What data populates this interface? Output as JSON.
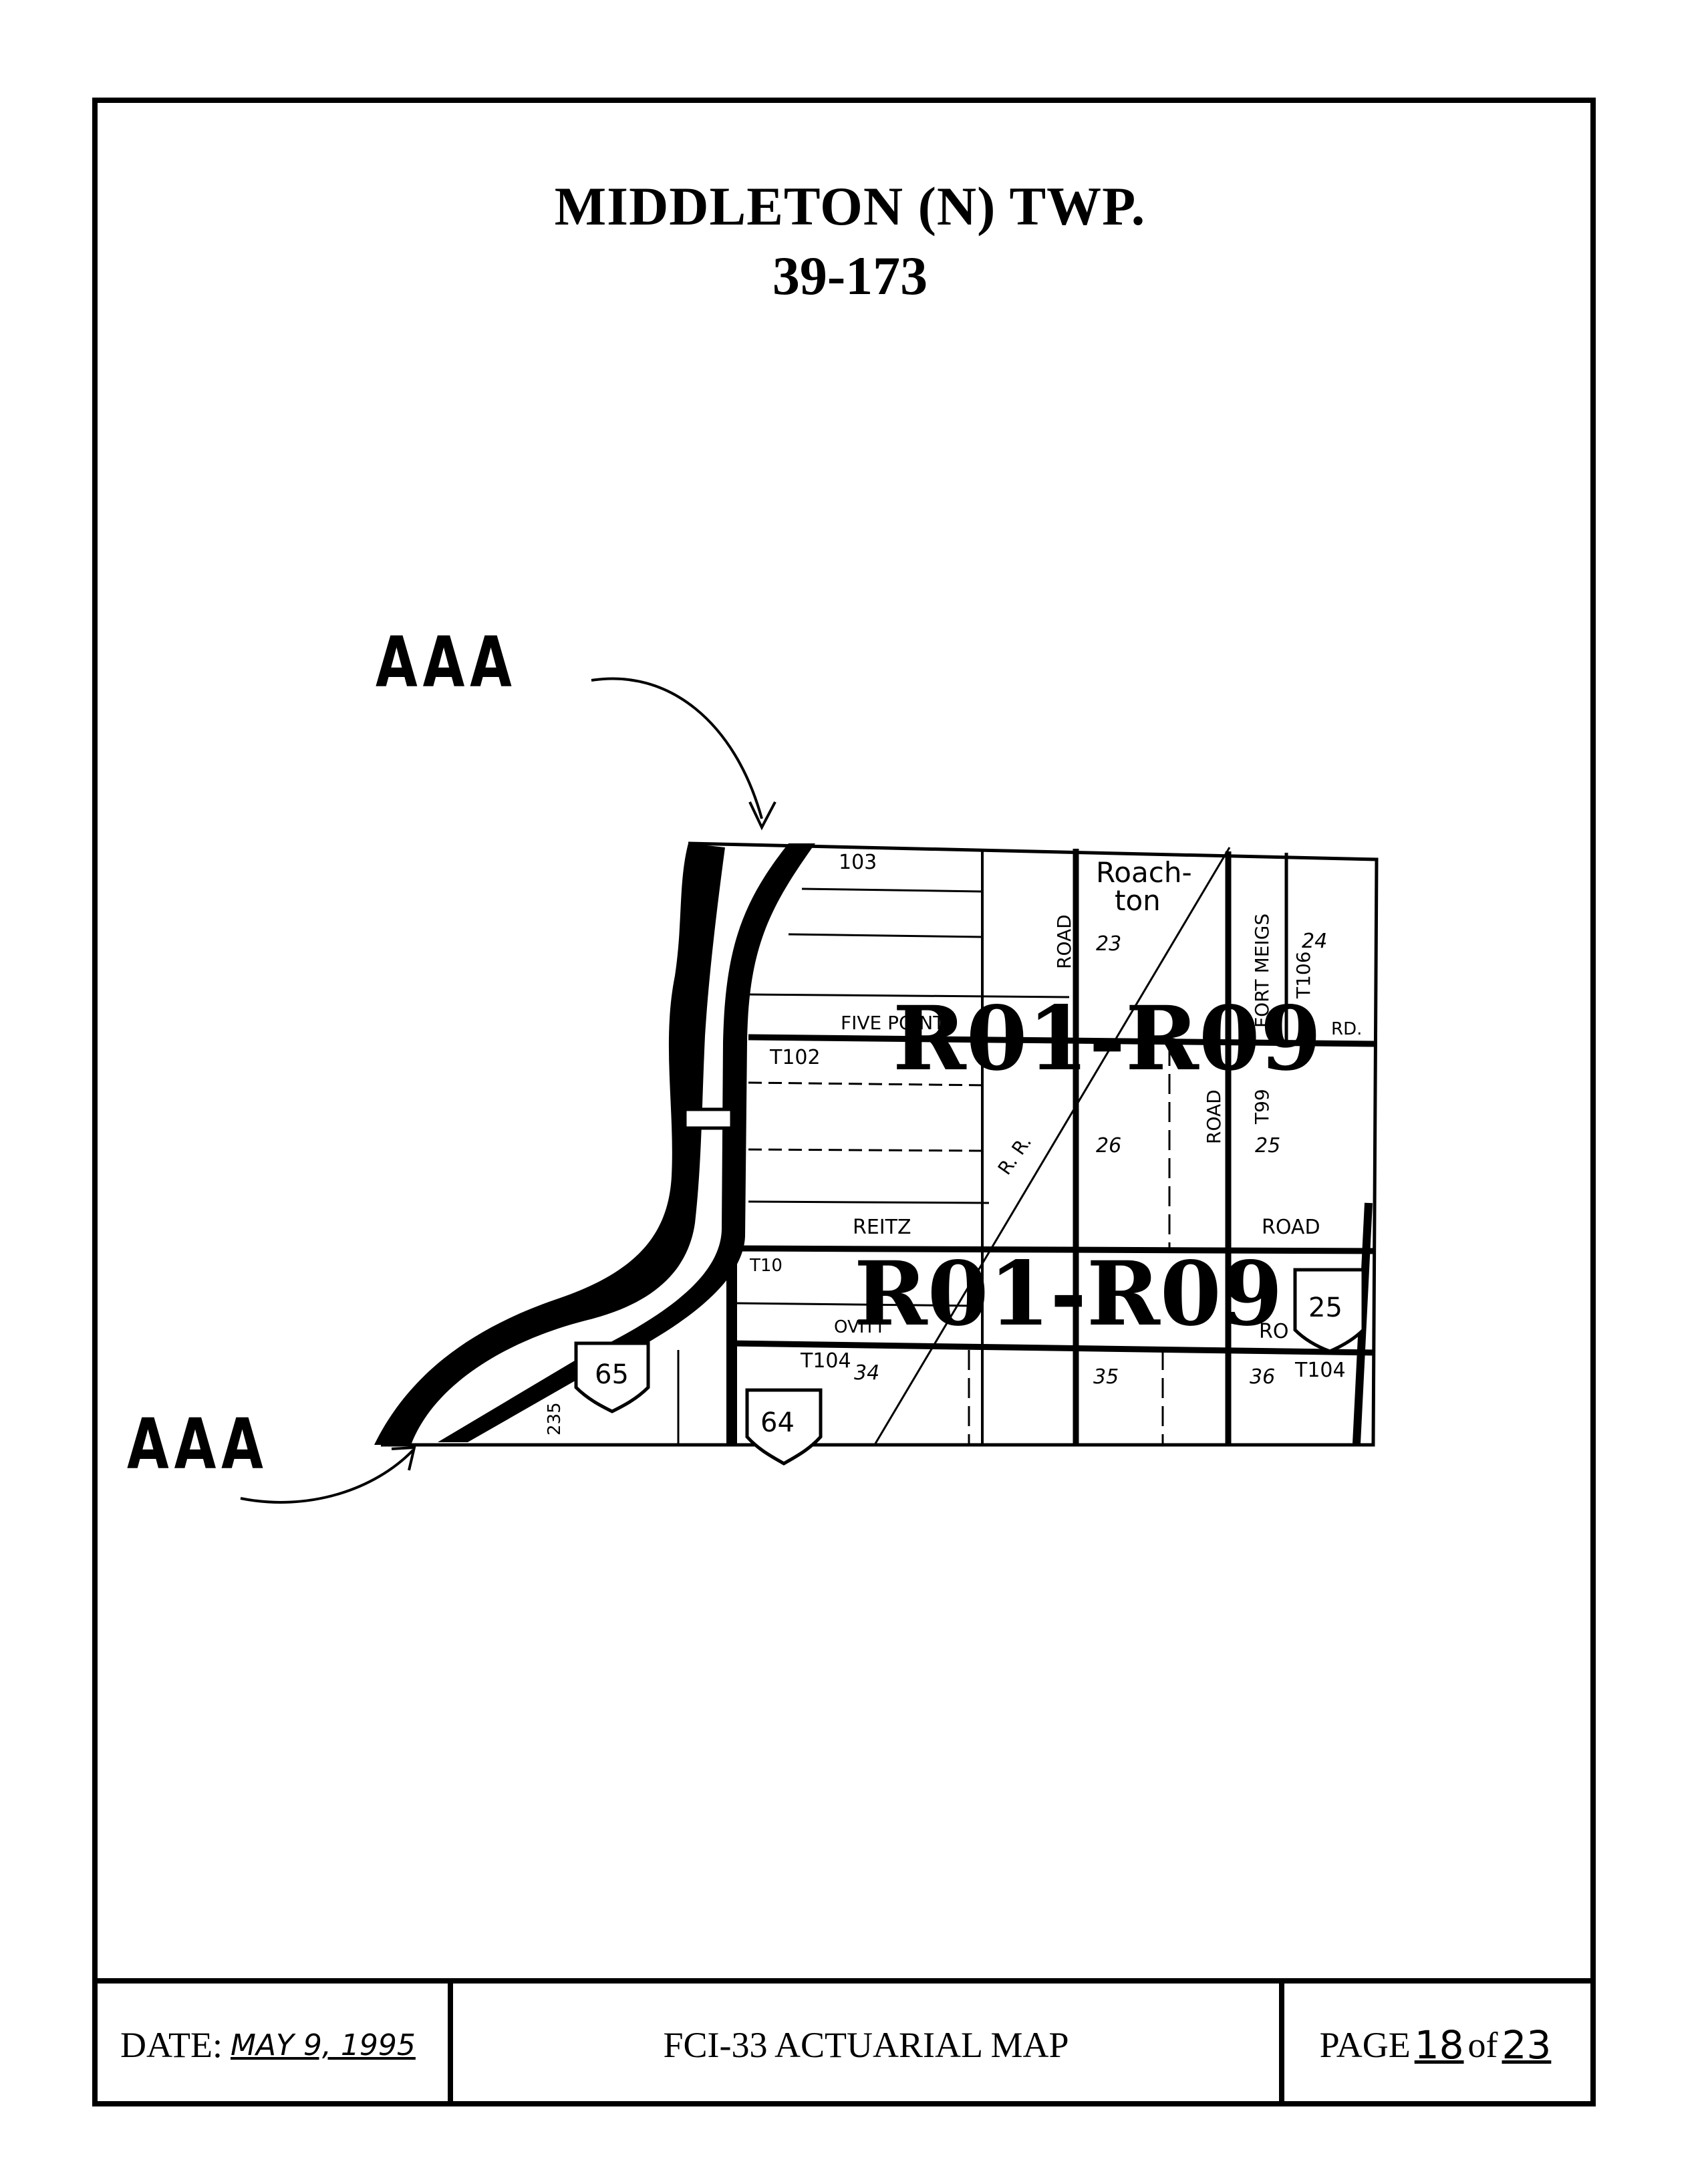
{
  "header": {
    "title": "MIDDLETON (N)   TWP.",
    "subtitle": "39-173"
  },
  "annotations": {
    "upper_label": "AAA",
    "lower_label": "AAA"
  },
  "map": {
    "overlay_label_upper": "R01-R09",
    "overlay_label_lower": "R01-R09",
    "place_labels": {
      "town": "Roach-",
      "town2": "ton",
      "road_103": "103",
      "road_t102": "T102",
      "road_t101": "T10",
      "road_t104_left": "T104",
      "road_t104_right": "T104",
      "road_t106": "T106",
      "road_t99": "T99",
      "five_points": "FIVE POINTS",
      "reitz": "REITZ",
      "ovitt": "OVITT",
      "road_vertical_1": "ROAD",
      "road_vertical_2": "ROAD",
      "fort_meigs": "FORT MEIGS",
      "rd": "RD.",
      "road_right": "ROAD",
      "rd_lower": "RO",
      "rr": "R. R.",
      "route_235": "235",
      "section_23": "23",
      "section_24": "24",
      "section_25": "25",
      "section_26": "26",
      "section_34": "34",
      "section_35": "35",
      "section_36": "36",
      "shield_64": "64",
      "shield_65": "65",
      "shield_25": "25"
    }
  },
  "footer": {
    "date_label": "DATE:",
    "date_value": "MAY 9, 1995",
    "map_title": "FCI-33 ACTUARIAL  MAP",
    "page_label": "PAGE",
    "page_current": "18",
    "page_of": "of",
    "page_total": "23"
  }
}
